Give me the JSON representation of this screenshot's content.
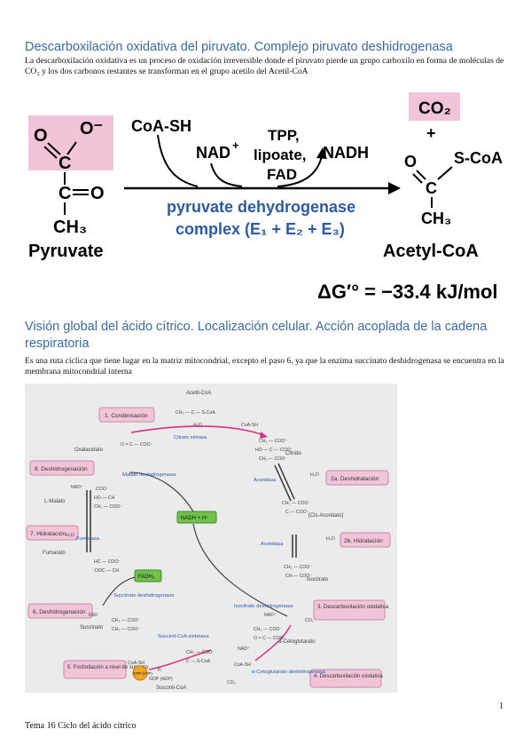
{
  "section1": {
    "heading": "Descarboxilación oxidativa del piruvato. Complejo piruvato deshidrogenasa",
    "paragraph": "La descarboxilación oxidativa es un proceso de oxidación irreversible donde el piruvato pierde un grupo carboxilo en forma de moléculas de CO₂ y los dos carbonos restantes se transforman en el grupo acetilo del Acetil-CoA"
  },
  "reaction": {
    "pyruvate_label": "Pyruvate",
    "acetylcoa_label": "Acetyl-CoA",
    "coash": "CoA-SH",
    "nad": "NAD",
    "nad_sup": "+",
    "cofactor1": "TPP,",
    "cofactor2": "lipoate,",
    "cofactor3": "FAD",
    "nadh": "NADH",
    "co2": "CO₂",
    "plus": "+",
    "enzyme1": "pyruvate dehydrogenase",
    "enzyme2": "complex (E₁ + E₂ + E₃)",
    "delta_g": "ΔG′° = −33.4 kJ/mol",
    "atom_o": "O",
    "atom_o_minus": "O⁻",
    "atom_c": "C",
    "atom_ch3": "CH₃",
    "atom_scoa": "S-CoA"
  },
  "section2": {
    "heading": "Visión global del ácido cítrico. Localización celular. Acción acoplada de la cadena respiratoria",
    "paragraph": "Es una ruta cíclica que tiene lugar en la matriz mitocondrial, excepto el paso 6, ya que la enzima succinato deshidrogenasa se encuentra en la membrana mitocondrial interna"
  },
  "cycle": {
    "steps": {
      "s1": "1. Condensación",
      "s2a": "2a. Deshidratación",
      "s2b": "2b. Hidratación",
      "s3": "3. Descarboxilación oxidativa",
      "s4": "4. Descarboxilación oxidativa",
      "s5": "5. Fosforilación a nivel de sustrato",
      "s6": "6. Deshidrogenación",
      "s7": "7. Hidratación",
      "s8": "8. Deshidrogenación"
    },
    "metabolites": {
      "acetilcoa": "Acetil-CoA",
      "oxalacetato": "Oxalacetato",
      "citrato": "Citrato",
      "cisaconitato": "[Cis-Aconitato]",
      "isocitrato": "Isocitrato",
      "cetoglutarato": "α-Cetoglutarato",
      "succinilcoa": "Succinil-CoA",
      "succinato": "Succinato",
      "fumarato": "Fumarato",
      "malato": "L-Malato"
    },
    "enzymes": {
      "citrato_sintasa": "Citrato sintasa",
      "aconitasa1": "Aconitasa",
      "aconitasa2": "Aconitasa",
      "isocitrato_dh": "Isocitrato deshidrogenasa",
      "cetoglutarato_dh": "α-Cetoglutarato deshidrogenasa",
      "succinilcoa_sint": "Succinil-CoA sintetasa",
      "succinato_dh": "Succinato deshidrogenasa",
      "fumarasa": "Fumarasa",
      "malato_dh": "Malato deshidrogenasa"
    },
    "cofactors": {
      "nadh_center": "NADH + H⁺",
      "fadh2": "FADH₂",
      "gtp": "GTP (ATP)",
      "gdp": "GDP (ADP)",
      "h2o": "H₂O",
      "coash": "CoA-SH",
      "nad": "NAD⁺",
      "co2": "CO₂",
      "fad": "FAD",
      "pi": "Pᵢ"
    },
    "formula": {
      "ch3": "CH₃ — C — S-CoA",
      "coo": "CH₂ — COO⁻",
      "hococoo": "HO — C — COO⁻",
      "c_coo": "C — COO⁻",
      "ch_coo": "CH — COO⁻",
      "hoch": "HO — CH",
      "coo_only": "COO⁻",
      "o": "O",
      "ocoo": "O = C — COO⁻",
      "c_scoa": "C — S-CoA",
      "ch2": "CH₂",
      "hc": "HC — COO⁻",
      "cooch": "⁻OOC — CH"
    }
  },
  "footer": {
    "text": "Tema 16 Ciclo del ácido cítrico",
    "page": "1"
  },
  "colors": {
    "heading": "#3a6aa8",
    "pink": "#f2c4d9",
    "enzyme_blue": "#2b5aa6",
    "magenta_arrow": "#d6337a",
    "green_box": "#6fc14a"
  }
}
